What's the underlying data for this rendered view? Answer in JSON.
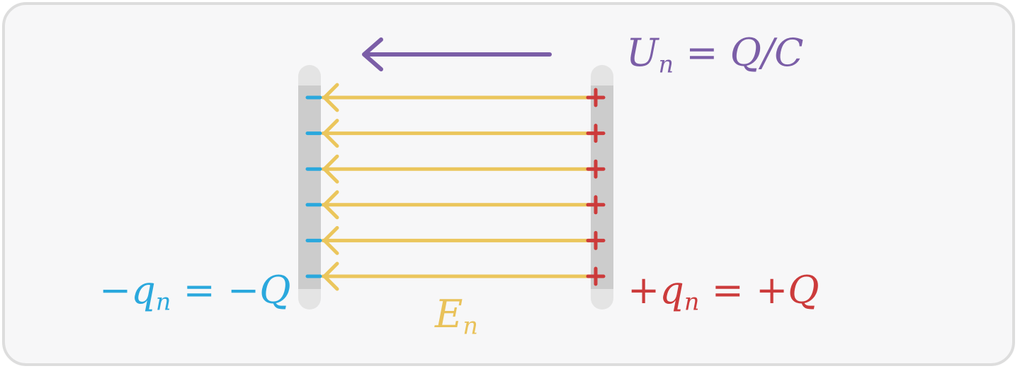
{
  "colors": {
    "frame_border": "#dddddd",
    "background": "#f7f7f8",
    "plate_cap": "#e4e4e4",
    "plate_body": "#cccccc",
    "negative": "#2aa8dd",
    "positive": "#cc3b3b",
    "field": "#ebc65c",
    "potential": "#7b5ea7"
  },
  "icons": {
    "potential_arrow": "arrow-left-icon",
    "field_lines": "arrow-left-icon",
    "negative_charge": "minus-icon",
    "positive_charge": "plus-icon"
  },
  "labels": {
    "potential": {
      "var": "U",
      "sub": "n",
      "eq": "=",
      "rhs": "Q/C"
    },
    "negative": {
      "sign": "−",
      "var": "q",
      "sub": "n",
      "eq": "=",
      "rhs": "−Q"
    },
    "positive": {
      "sign": "+",
      "var": "q",
      "sub": "n",
      "eq": "=",
      "rhs": "+Q"
    },
    "field": {
      "var": "E",
      "sub": "n"
    }
  },
  "field_line_count": 6
}
